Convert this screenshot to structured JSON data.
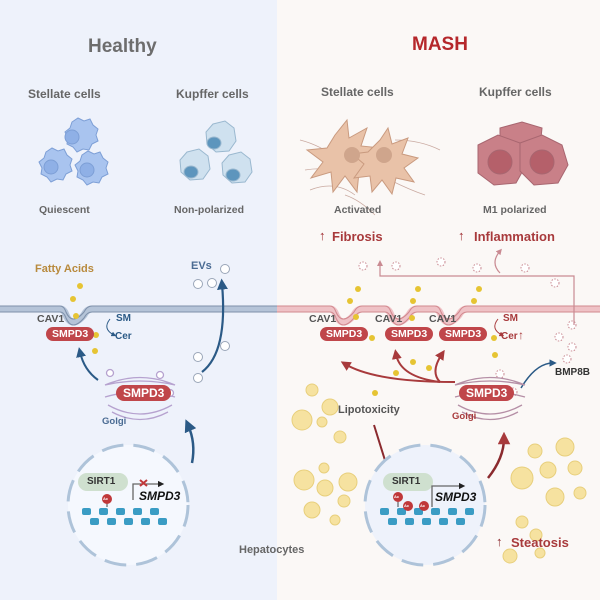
{
  "healthy": {
    "title": "Healthy",
    "stellate_label": "Stellate cells",
    "stellate_state": "Quiescent",
    "kupffer_label": "Kupffer cells",
    "kupffer_state": "Non-polarized",
    "fatty_acids": "Fatty Acids",
    "evs": "EVs",
    "cav1": "CAV1",
    "smpd3_membrane": "SMPD3",
    "sm": "SM",
    "cer": "Cer",
    "smpd3_golgi": "SMPD3",
    "golgi": "Golgi",
    "sirt1": "SIRT1",
    "gene": "SMPD3",
    "ac": "Ac"
  },
  "mash": {
    "title": "MASH",
    "stellate_label": "Stellate cells",
    "stellate_state": "Activated",
    "kupffer_label": "Kupffer cells",
    "kupffer_state": "M1 polarized",
    "fibrosis": "Fibrosis",
    "inflammation": "Inflammation",
    "cav1": [
      "CAV1",
      "CAV1",
      "CAV1"
    ],
    "smpd3_membrane": [
      "SMPD3",
      "SMPD3",
      "SMPD3"
    ],
    "sm": "SM",
    "cer": "Cer",
    "smpd3_golgi": "SMPD3",
    "golgi": "Golgi",
    "bmp8b": "BMP8B",
    "lipotoxicity": "Lipotoxicity",
    "sirt1": "SIRT1",
    "gene": "SMPD3",
    "ac": [
      "Ac",
      "Ac",
      "Ac"
    ],
    "steatosis": "Steatosis"
  },
  "footer": {
    "hepatocytes": "Hepatocytes"
  },
  "colors": {
    "healthy_bg": "#eef2fb",
    "mash_bg": "#fbf8f6",
    "mash_red": "#b5272b",
    "smpd3_fill": "#c0464a",
    "healthy_arrow": "#2b5a86",
    "lipid_yellow": "#f1d97a"
  }
}
